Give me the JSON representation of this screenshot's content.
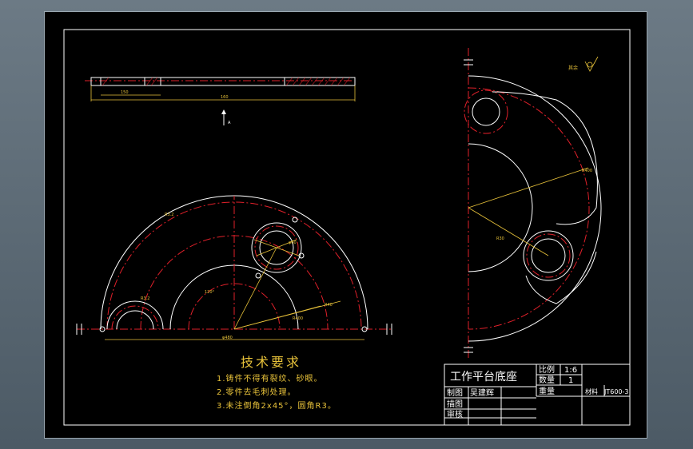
{
  "title_block": {
    "part_name": "工作平台底座",
    "scale_label": "比例",
    "scale_value": "1:6",
    "qty_label": "数量",
    "qty_value": "1",
    "weight_label": "重量",
    "material_label": "材料",
    "material_value": "JT600-3",
    "drawn_label": "制图",
    "drawn_by": "吴建辉",
    "traced_label": "描图",
    "checked_label": "审核"
  },
  "requirements": {
    "title": "技术要求",
    "items": [
      "1.铸件不得有裂纹、砂眼。",
      "2.零件去毛刺处理。",
      "3.未注倒角2x45°，圆角R3。"
    ]
  },
  "annotations": {
    "view_marker": "A",
    "surface_note": "其余",
    "dim_overall_length": "160",
    "dim_left": "150",
    "dim_base_diameter": "φ480",
    "dim_r400": "R400",
    "dim_r120": "120°",
    "dim_phi60": "φ60",
    "dim_r40": "R40",
    "dim_r_small": "R3.2",
    "dim_r30": "R30"
  },
  "colors": {
    "outline": "#ffffff",
    "centerline": "#e0202a",
    "dimension": "#e8c23a",
    "sheet_bg": "#000000",
    "frame": "#ffffff"
  }
}
